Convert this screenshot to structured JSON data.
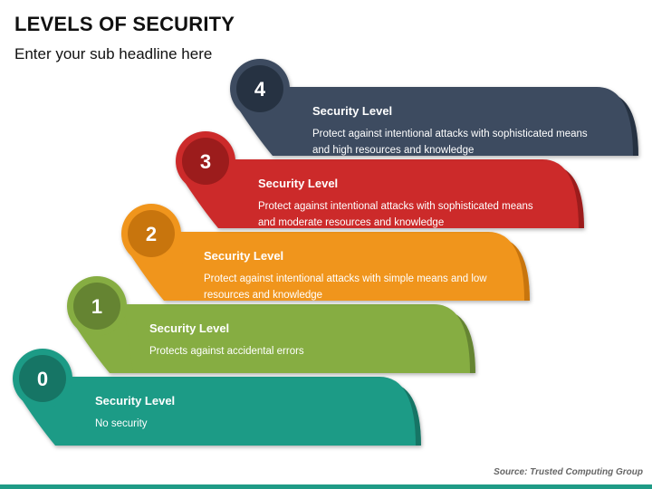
{
  "header": {
    "title": "LEVELS OF SECURITY",
    "subtitle": "Enter your sub headline here"
  },
  "levels": [
    {
      "number": "0",
      "title": "Security Level",
      "desc": "No security",
      "color": "#1f9b86",
      "dark": "#137565"
    },
    {
      "number": "1",
      "title": "Security Level",
      "desc": "Protects against accidental errors",
      "color": "#86ad42",
      "dark": "#658431"
    },
    {
      "number": "2",
      "title": "Security Level",
      "desc": "Protect against intentional attacks with simple means and low resources and knowledge",
      "color": "#f0951c",
      "dark": "#c87410"
    },
    {
      "number": "3",
      "title": "Security Level",
      "desc": "Protect against intentional attacks with sophisticated means and moderate resources and knowledge",
      "color": "#cc2a2a",
      "dark": "#9c1c1c"
    },
    {
      "number": "4",
      "title": "Security Level",
      "desc": "Protect against intentional attacks with sophisticated means and high resources and knowledge",
      "color": "#3d4c60",
      "dark": "#283342"
    }
  ],
  "footer": {
    "source": "Source: Trusted Computing Group"
  }
}
